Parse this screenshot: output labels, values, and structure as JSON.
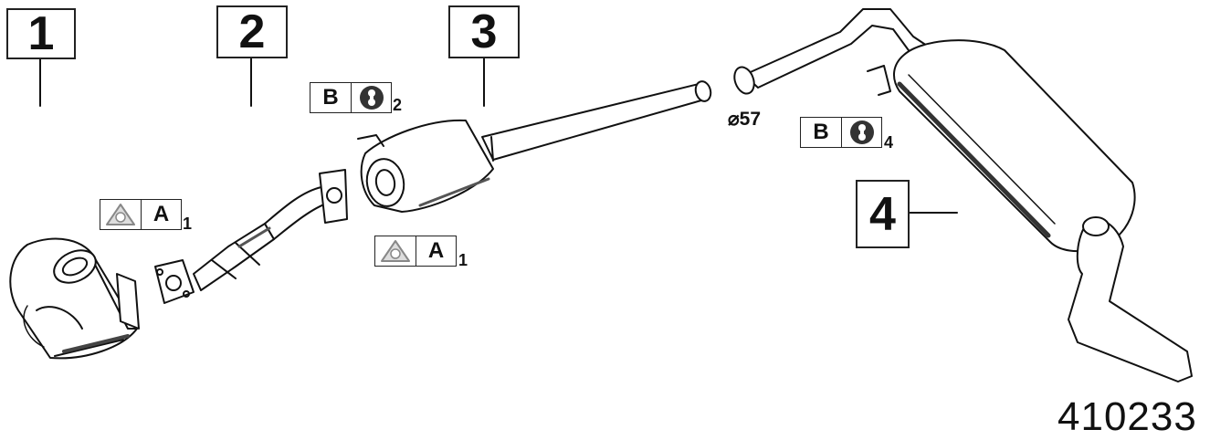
{
  "parts": [
    {
      "number": "1"
    },
    {
      "number": "2"
    },
    {
      "number": "3"
    },
    {
      "number": "4"
    }
  ],
  "fittings": [
    {
      "letter": "A",
      "symbol": "gasket-icon",
      "quantity": "1"
    },
    {
      "letter": "B",
      "symbol": "rubber-hanger-icon",
      "quantity": "2"
    },
    {
      "letter": "A",
      "symbol": "gasket-icon",
      "quantity": "1"
    },
    {
      "letter": "B",
      "symbol": "rubber-hanger-icon",
      "quantity": "4"
    }
  ],
  "pipe_diameter_label": "⌀57",
  "reference_number": "410233"
}
